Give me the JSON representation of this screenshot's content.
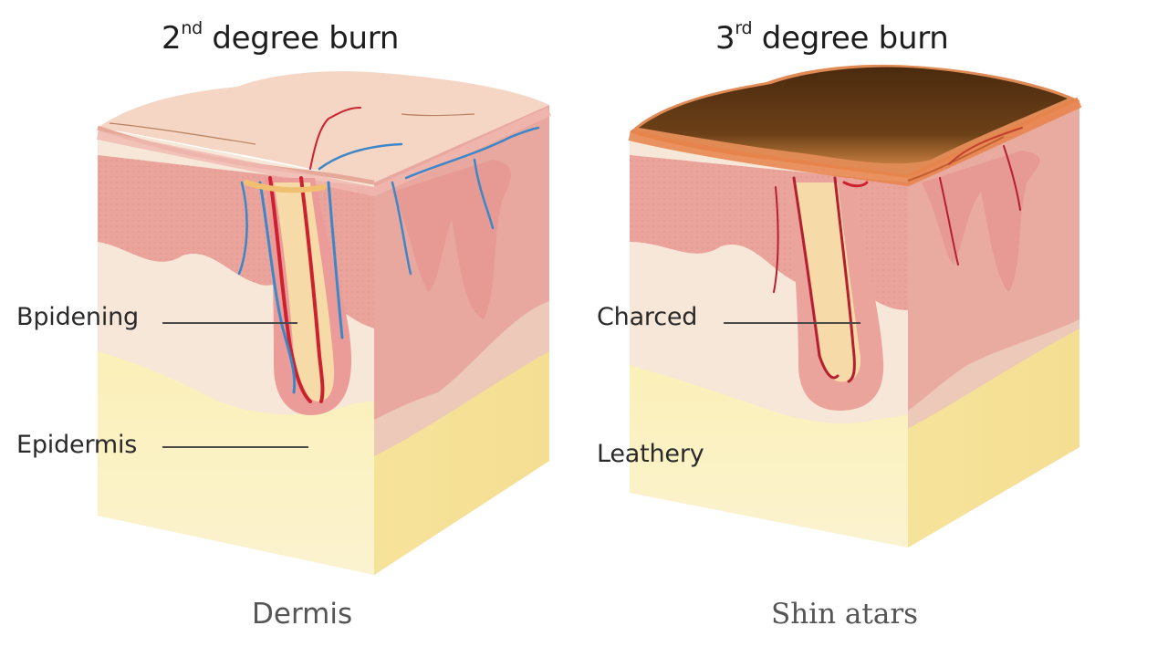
{
  "left": {
    "title_prefix": "2",
    "title_sup": "nd",
    "title_rest": " degree burn",
    "label_upper": "Bpidening",
    "label_lower": "Epidermis",
    "caption": "Dermis"
  },
  "right": {
    "title_prefix": "3",
    "title_sup": "rd",
    "title_rest": " degree burn",
    "label_upper": "Charced",
    "label_lower": "Leathery",
    "caption": "Shin atars"
  },
  "colors": {
    "epidermis_top": "#f6d4bd",
    "dermis": "#eaa49c",
    "subcutis": "#f8eaa8",
    "side_face": "#e9c4b4",
    "artery": "#cc2230",
    "vein": "#3d86c8",
    "char": "#5a3414",
    "burn_orange": "#e8824a"
  }
}
